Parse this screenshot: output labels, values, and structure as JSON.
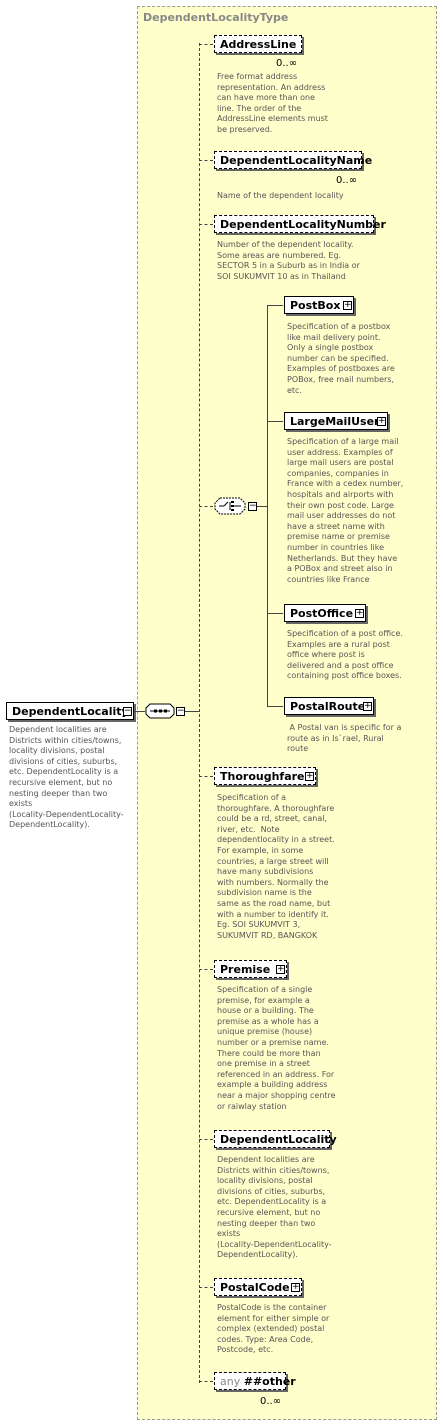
{
  "diagram": {
    "type_name": "DependentLocalityType",
    "root": {
      "name": "DependentLocality",
      "doc": "Dependent localities are\nDistricts within cities/towns,\nlocality divisions, postal\ndivisions of cities, suburbs,\netc. DependentLocality is a\nrecursive element, but no\nnesting deeper than two\nexists\n(Locality-DependentLocality-\nDependentLocality)."
    },
    "elements": {
      "address_line": {
        "name": "AddressLine",
        "multiplicity": "0..∞",
        "doc": "Free format address\nrepresentation. An address\ncan have more than one\nline. The order of the\nAddressLine elements must\nbe preserved."
      },
      "dependent_locality_name": {
        "name": "DependentLocalityName",
        "multiplicity": "0..∞",
        "doc": "Name of the dependent locality"
      },
      "dependent_locality_number": {
        "name": "DependentLocalityNumber",
        "doc": "Number of the dependent locality.\nSome areas are numbered. Eg.\nSECTOR 5 in a Suburb as in India or\nSOI SUKUMVIT 10 as in Thailand"
      },
      "post_box": {
        "name": "PostBox",
        "doc": "Specification of a postbox\nlike mail delivery point.\nOnly a single postbox\nnumber can be specified.\nExamples of postboxes are\nPOBox, free mail numbers,\netc."
      },
      "large_mail_user": {
        "name": "LargeMailUser",
        "doc": "Specification of a large mail\nuser address. Examples of\nlarge mail users are postal\ncompanies, companies in\nFrance with a cedex number,\nhospitals and airports with\ntheir own post code. Large\nmail user addresses do not\nhave a street name with\npremise name or premise\nnumber in countries like\nNetherlands. But they have\na POBox and street also in\ncountries like France"
      },
      "post_office": {
        "name": "PostOffice",
        "doc": "Specification of a post office.\nExamples are a rural post\noffice where post is\ndelivered and a post office\ncontaining post office boxes."
      },
      "postal_route": {
        "name": "PostalRoute",
        "doc": " A Postal van is specific for a\nroute as in Is`rael, Rural\nroute"
      },
      "thoroughfare": {
        "name": "Thoroughfare",
        "doc": "Specification of a\nthoroughfare. A thoroughfare\ncould be a rd, street, canal,\nriver, etc.  Note\ndependentlocality in a street.\nFor example, in some\ncountries, a large street will\nhave many subdivisions\nwith numbers. Normally the\nsubdivision name is the\nsame as the road name, but\nwith a number to identify it.\nEg. SOI SUKUMVIT 3,\nSUKUMVIT RD, BANGKOK"
      },
      "premise": {
        "name": "Premise",
        "doc": "Specification of a single\npremise, for example a\nhouse or a building. The\npremise as a whole has a\nunique premise (house)\nnumber or a premise name.\nThere could be more than\none premise in a street\nreferenced in an address. For\nexample a building address\nnear a major shopping centre\nor raiwlay station"
      },
      "dependent_locality": {
        "name": "DependentLocality",
        "doc": "Dependent localities are\nDistricts within cities/towns,\nlocality divisions, postal\ndivisions of cities, suburbs,\netc. DependentLocality is a\nrecursive element, but no\nnesting deeper than two\nexists\n(Locality-DependentLocality-\nDependentLocality)."
      },
      "postal_code": {
        "name": "PostalCode",
        "doc": "PostalCode is the container\nelement for either simple or\ncomplex (extended) postal\ncodes. Type: Area Code,\nPostcode, etc."
      },
      "any_other": {
        "prefix": "any",
        "name": "##other",
        "multiplicity": "0..∞"
      }
    },
    "colors": {
      "type_background": "#ffffcc",
      "type_border": "#999999",
      "doc_text": "#555555"
    },
    "icons": [
      "sequence-compositor-icon",
      "choice-compositor-icon",
      "expand-plus-icon",
      "collapse-minus-icon"
    ]
  }
}
